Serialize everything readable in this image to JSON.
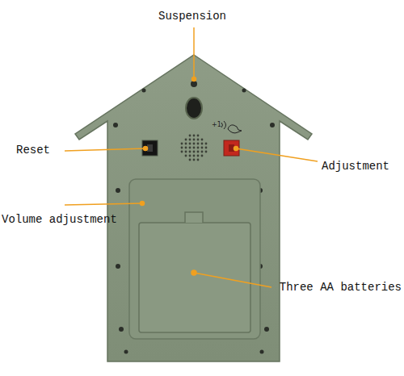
{
  "diagram": {
    "labels": [
      "Suspension",
      "Reset",
      "Adjustment",
      "Volume adjustment",
      "Three AA batteries",
      "+1"
    ]
  }
}
